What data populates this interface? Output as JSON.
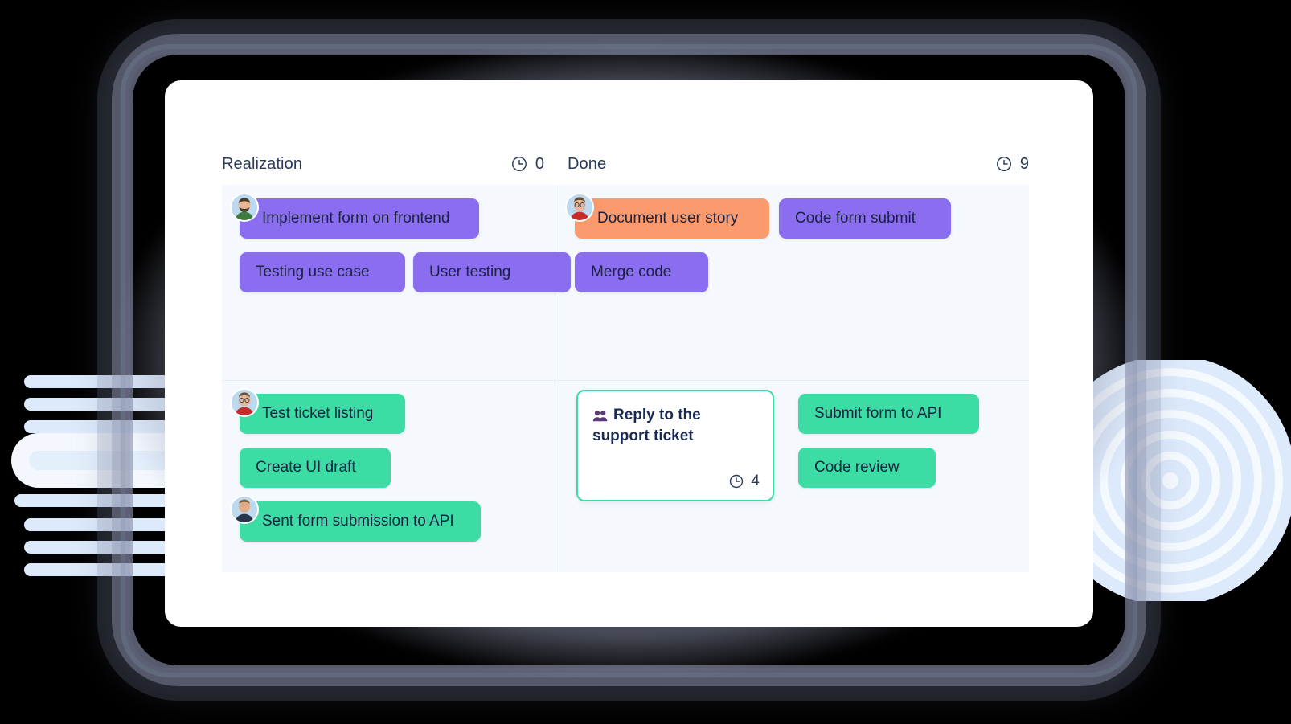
{
  "board": {
    "columns": [
      {
        "title": "Realization",
        "count": "0",
        "clock_icon": "clock-icon"
      },
      {
        "title": "Done",
        "count": "9",
        "clock_icon": "clock-icon"
      }
    ],
    "cards": {
      "realization_top": [
        {
          "label": "Implement form on frontend",
          "color": "#8b6df0",
          "avatar": "avatar-bearded-green"
        },
        {
          "label": "Testing use case",
          "color": "#8b6df0"
        },
        {
          "label": "User testing",
          "color": "#8b6df0"
        }
      ],
      "done_top": [
        {
          "label": "Document user story",
          "color": "#fb9a6d",
          "avatar": "avatar-glasses-red"
        },
        {
          "label": "Code form submit",
          "color": "#8b6df0"
        },
        {
          "label": "Merge code",
          "color": "#8b6df0"
        }
      ],
      "realization_bottom": [
        {
          "label": "Test ticket listing",
          "color": "#3ddca4",
          "avatar": "avatar-glasses-red"
        },
        {
          "label": "Create UI draft",
          "color": "#3ddca4"
        },
        {
          "label": "Sent form submission to API",
          "color": "#3ddca4",
          "avatar": "avatar-navy-shirt"
        }
      ],
      "done_bottom": [
        {
          "label": "Submit form to API",
          "color": "#3ddca4"
        },
        {
          "label": "Code review",
          "color": "#3ddca4"
        }
      ]
    },
    "highlighted_card": {
      "title": "Reply to the support ticket",
      "people_icon": "people-icon",
      "clock_icon": "clock-icon",
      "count": "4",
      "border_color": "#3ddca4"
    }
  },
  "theme": {
    "purple": "#8b6df0",
    "orange": "#fb9a6d",
    "green": "#3ddca4",
    "board_bg": "#f5f9fd",
    "text_navy": "#2a3b58",
    "deco_blue": "#ddeafb"
  }
}
